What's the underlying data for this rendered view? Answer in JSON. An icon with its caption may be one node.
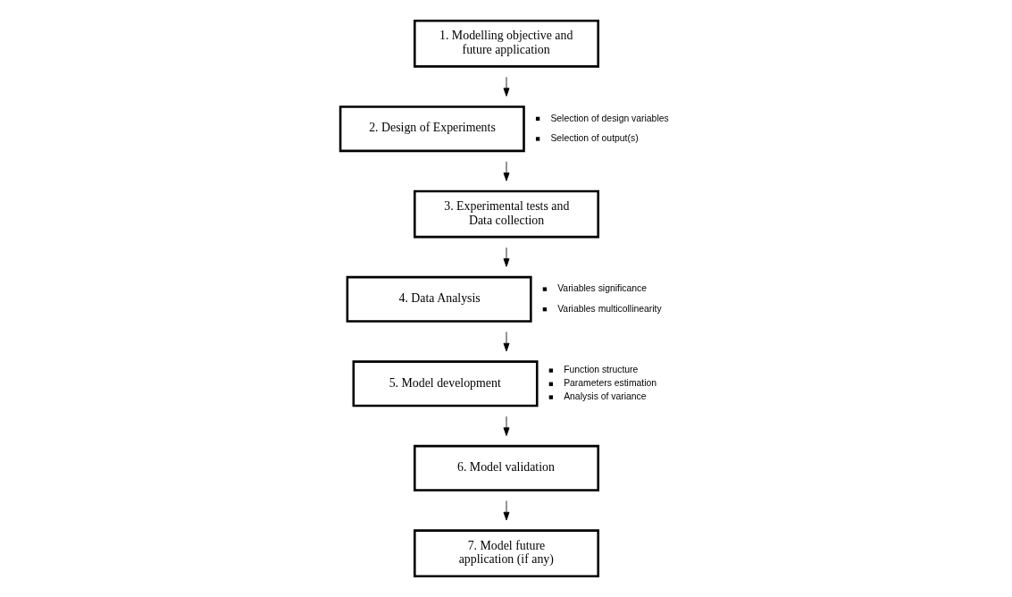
{
  "diagram": {
    "nodes": [
      {
        "text": [
          "1. Modelling objective and future application"
        ]
      },
      {
        "text": [
          "2. Design of Experiments"
        ],
        "beside": [
          "Selection of design variables",
          "Selection of output(s)"
        ]
      },
      {
        "text": [
          "3. Experimental tests and Data collection"
        ]
      },
      {
        "text": [
          "4. Data Analysis"
        ],
        "beside": [
          "Variables significance",
          "Variables multicollinearity"
        ]
      },
      {
        "text": [
          "5. Model development"
        ],
        "beside": [
          "Function structure",
          "Parameters estimation",
          "Analysis of variance"
        ]
      },
      {
        "text": [
          "6. Model validation"
        ]
      },
      {
        "text": [
          "7. Model future application (if any)"
        ]
      }
    ],
    "edges": [
      {
        "from": 0,
        "to": 1,
        "arrow": "to"
      },
      {
        "from": 1,
        "to": 2,
        "arrow": "to"
      },
      {
        "from": 2,
        "to": 3,
        "arrow": "to"
      },
      {
        "from": 3,
        "to": 4,
        "arrow": "to"
      },
      {
        "from": 4,
        "to": 5,
        "arrow": "to"
      },
      {
        "from": 5,
        "to": 6,
        "arrow": "to"
      }
    ]
  }
}
